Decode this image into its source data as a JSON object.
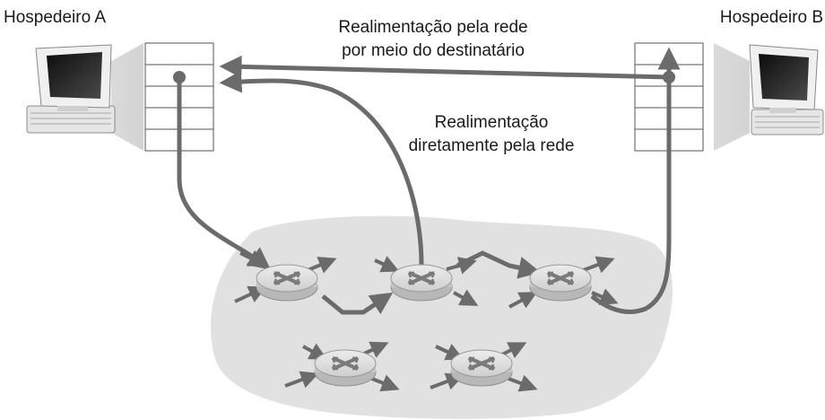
{
  "labels": {
    "host_a": "Hospedeiro A",
    "host_b": "Hospedeiro B",
    "feedback_receiver_line1": "Realimentação pela rede",
    "feedback_receiver_line2": "por meio do destinatário",
    "feedback_direct_line1": "Realimentação",
    "feedback_direct_line2": "diretamente pela rede"
  },
  "colors": {
    "arrow": "#6b6b6b",
    "network_cloud": "#e1e1e1",
    "router_body": "#d9d9d9",
    "buffer_outline": "#555555",
    "computer_body": "#e8e8e8",
    "screen": "#2a2a2a"
  },
  "icons": {
    "host_a": "desktop-computer-icon",
    "host_b": "desktop-computer-icon",
    "router": "router-icon",
    "buffer": "packet-buffer-queue"
  }
}
